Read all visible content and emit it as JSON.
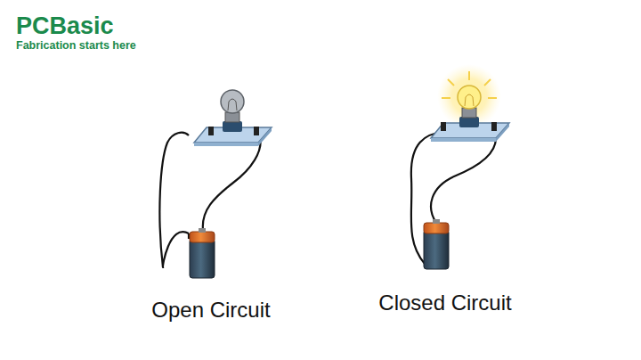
{
  "diagram": {
    "labels": [
      "PCBasic",
      "Fabrication starts here",
      "Open Circuit",
      "Closed Circuit"
    ]
  }
}
